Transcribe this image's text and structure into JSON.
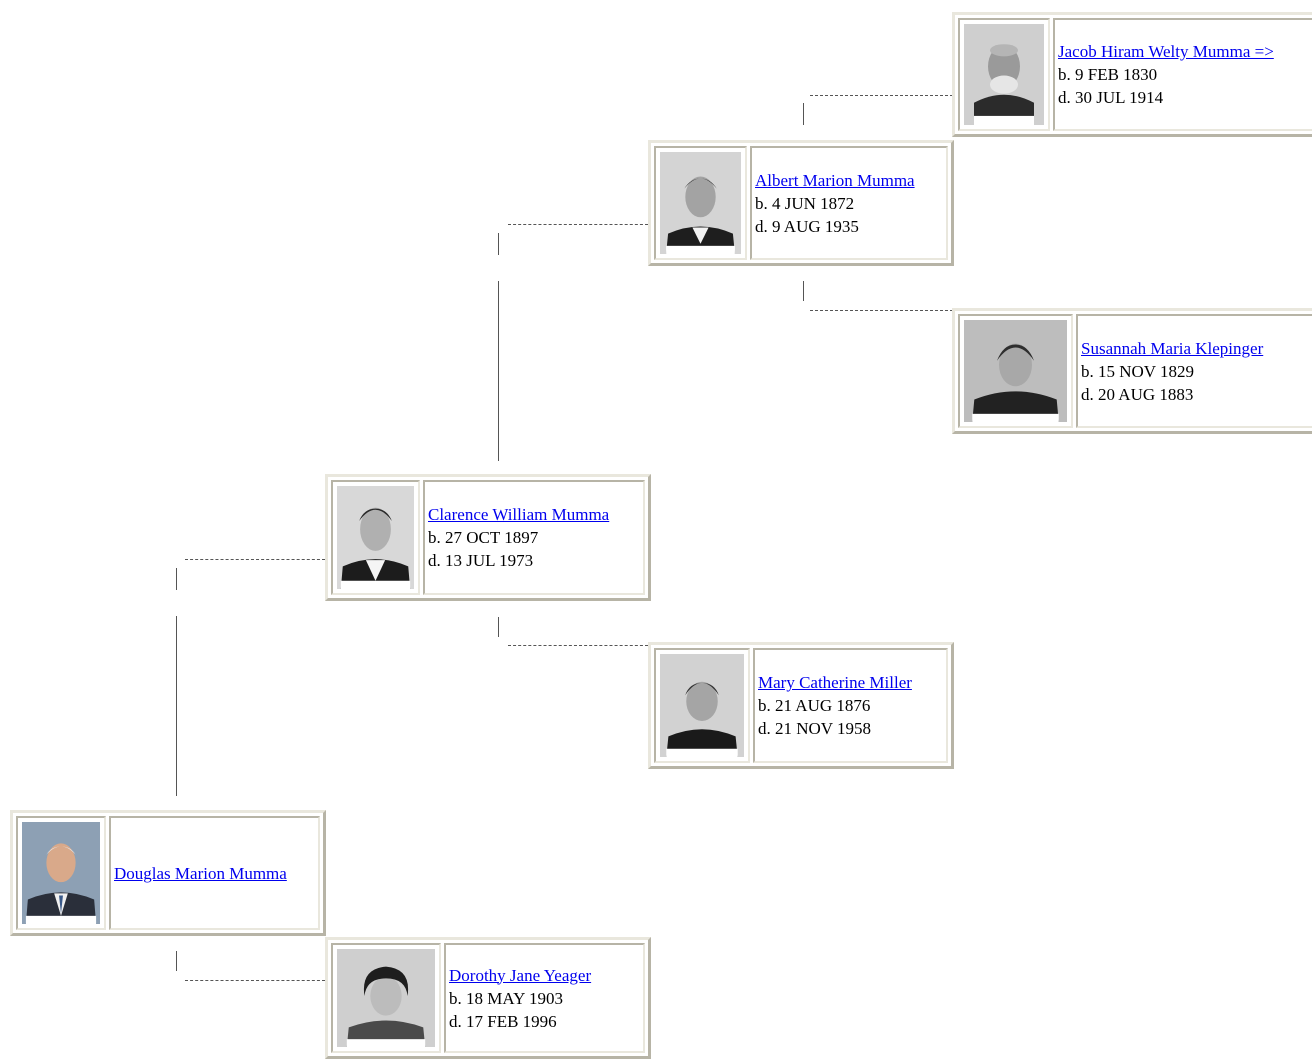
{
  "people": {
    "jacob": {
      "name": "Jacob Hiram Welty Mumma =>",
      "born": "b. 9 FEB 1830",
      "died": "d. 30 JUL 1914",
      "caption": "Jacob Hiram Welty Mumma"
    },
    "albert": {
      "name": "Albert Marion Mumma",
      "born": "b. 4 JUN 1872",
      "died": "d. 9 AUG 1935",
      "caption": "Albert Marion Mumma"
    },
    "susannah": {
      "name": "Susannah Maria Klepinger",
      "born": "b. 15 NOV 1829",
      "died": "d. 20 AUG 1883",
      "caption": "Susannah Maria Klepinger"
    },
    "clarence": {
      "name": "Clarence William Mumma",
      "born": "b. 27 OCT 1897",
      "died": "d. 13 JUL 1973",
      "caption": "Clarence William Mumma"
    },
    "mary": {
      "name": "Mary Catherine Miller",
      "born": "b. 21 AUG 1876",
      "died": "d. 21 NOV 1958",
      "caption": "Mary Catherine Miller"
    },
    "douglas": {
      "name": "Douglas Marion Mumma",
      "caption": "Douglas Marion Mumma"
    },
    "dorothy": {
      "name": "Dorothy Jane Yeager",
      "born": "b. 18 MAY 1903",
      "died": "d. 17 FEB 1996",
      "caption": "Dorothy Jane Yeager"
    }
  },
  "colors": {
    "link": "#0000ee",
    "frame_light": "#e9e7dd",
    "frame_dark": "#b7b4a6",
    "connector": "#555555"
  }
}
